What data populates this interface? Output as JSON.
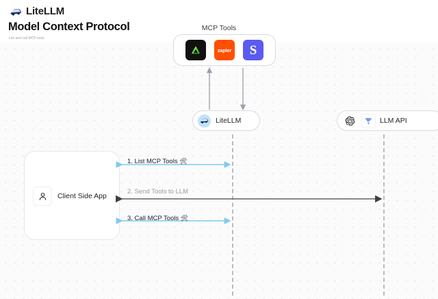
{
  "header": {
    "brand_name": "LiteLLM",
    "brand_logo_icon": "litellm-logo-icon",
    "title": "Model Context Protocol",
    "subtitle": "List and call MCP tools"
  },
  "diagram": {
    "mcp_group": {
      "label": "MCP Tools",
      "tools": [
        {
          "name": "linear",
          "label": "",
          "icon": "linear-triangle-icon",
          "color": "#111111"
        },
        {
          "name": "zapier",
          "label": "zapier",
          "icon": "zapier-icon",
          "color": "#ff4f00"
        },
        {
          "name": "slack",
          "label": "S",
          "icon": "slack-s-icon",
          "color": "#5b5bf0"
        }
      ]
    },
    "nodes": {
      "litellm": {
        "label": "LiteLLM",
        "icon": "litellm-badge-icon",
        "badge_color": "#bfe3f7"
      },
      "llm_api": {
        "label": "LLM API",
        "icons": [
          "openai-icon",
          "gemini-icon"
        ]
      },
      "client": {
        "label": "Client Side App",
        "icon": "user-icon"
      }
    },
    "edges": [
      {
        "id": "1",
        "label": "1. List MCP Tools",
        "emoji": "🛠",
        "color": "#7ec9ef",
        "direction": "both"
      },
      {
        "id": "2",
        "label": "2. Send Tools to LLM",
        "emoji": "",
        "color": "#5f6368",
        "direction": "left"
      },
      {
        "id": "3",
        "label": "3. Call MCP Tools",
        "emoji": "🛠",
        "color": "#7ec9ef",
        "direction": "both"
      }
    ],
    "vertical_edges": [
      {
        "id": "tools-up",
        "direction": "up",
        "color": "#9aa0a6"
      },
      {
        "id": "tools-down",
        "direction": "down",
        "color": "#9aa0a6"
      }
    ],
    "colors": {
      "accent_blue": "#7ec9ef",
      "arrow_dark": "#3c4043",
      "lifeline": "#b9bbbf",
      "canvas_bg": "#fbfbfc",
      "dot": "#e9e9ec"
    }
  }
}
